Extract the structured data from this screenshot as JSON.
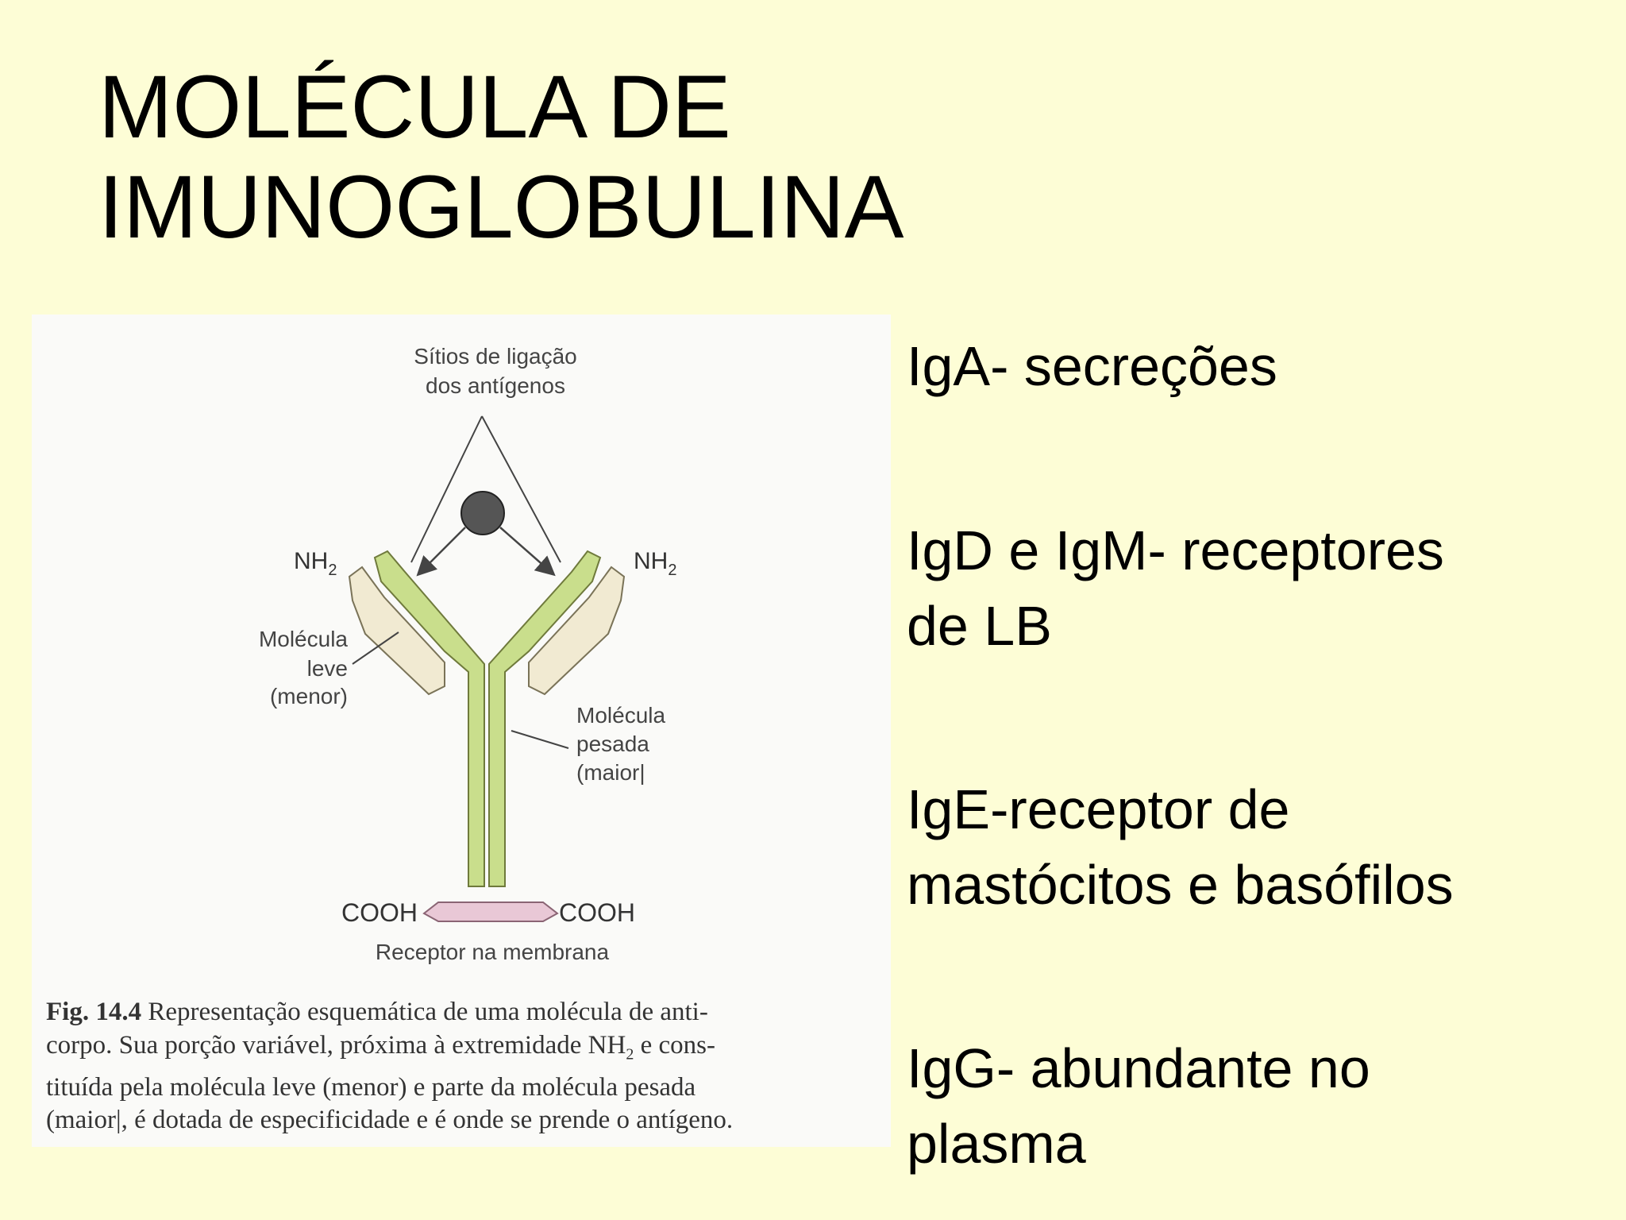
{
  "slide": {
    "title_line1": "MOLÉCULA DE",
    "title_line2": "IMUNOGLOBULINA"
  },
  "figure": {
    "binding_sites_line1": "Sítios de ligação",
    "binding_sites_line2": "dos antígenos",
    "nh2_left": "NH",
    "nh2_left_sub": "2",
    "nh2_right": "NH",
    "nh2_right_sub": "2",
    "light_chain_line1": "Molécula",
    "light_chain_line2": "leve",
    "light_chain_line3": "(menor)",
    "heavy_chain_line1": "Molécula",
    "heavy_chain_line2": "pesada",
    "heavy_chain_line3": "(maior|",
    "cooh_left": "COOH",
    "cooh_right": "COOH",
    "membrane_receptor": "Receptor na membrana",
    "caption_label": "Fig. 14.4",
    "caption_line1": " Representação esquemática de uma molécula de anti-",
    "caption_line2_a": "corpo. Sua porção variável, próxima à extremidade NH",
    "caption_line2_sub": "2",
    "caption_line2_b": " e cons-",
    "caption_line3": "tituída pela molécula leve (menor) e parte da molécula pesada",
    "caption_line4": "(maior|, é dotada de especificidade e é onde se prende o antígeno.",
    "colors": {
      "heavy_chain": "#c9de8c",
      "light_chain": "#f1ead2",
      "membrane_receptor": "#e9c8d6",
      "antigen": "#555555"
    }
  },
  "immunoglobulin_types": [
    {
      "line1": "IgA- secreções",
      "line2": ""
    },
    {
      "line1": "IgD e IgM-  receptores",
      "line2": "de LB"
    },
    {
      "line1": "IgE-receptor de",
      "line2": "mastócitos e basófilos"
    },
    {
      "line1": "IgG- abundante no",
      "line2": "plasma"
    }
  ],
  "colors": {
    "background": "#fdfdd6",
    "text": "#000000"
  }
}
